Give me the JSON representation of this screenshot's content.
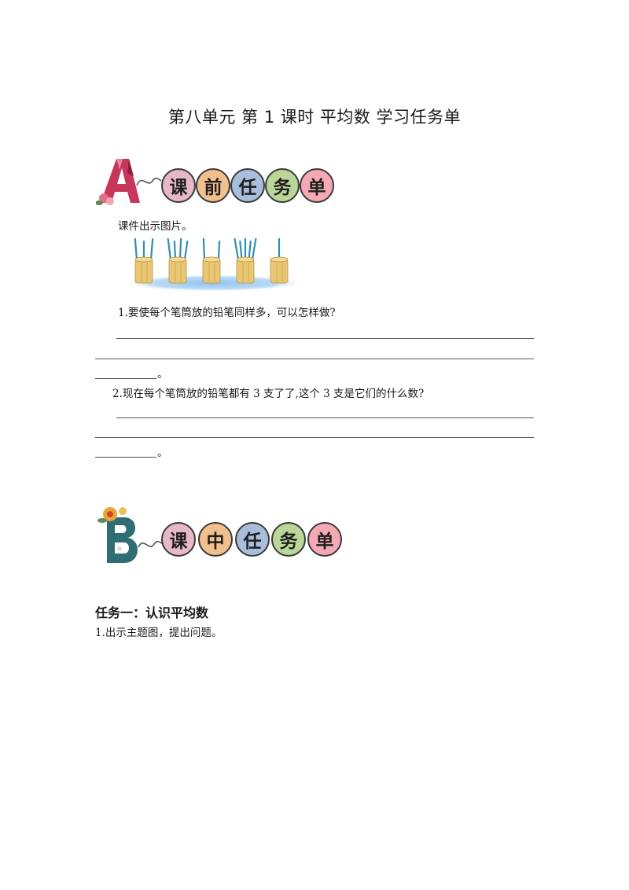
{
  "document": {
    "title": "第八单元  第 1 课时  平均数  学习任务单"
  },
  "section_a": {
    "letter": "A",
    "chars": [
      "课",
      "前",
      "任",
      "务",
      "单"
    ],
    "intro": "课件出示图片。",
    "q1": "1.要使每个笔筒放的铅笔同样多，可以怎样做?",
    "q1_end": "。",
    "q2": "2.现在每个笔筒放的铅笔都有 3 支了了,这个 3 支是它们的什么数?",
    "q2_end": "。",
    "cup_pencils": [
      3,
      4,
      2,
      5,
      1
    ]
  },
  "section_b": {
    "letter": "B",
    "chars": [
      "课",
      "中",
      "任",
      "务",
      "单"
    ],
    "task_title": "任务一：认识平均数",
    "item1": "1.出示主题图，提出问题。"
  },
  "colors": {
    "circle_fills": [
      "#e6b8c8",
      "#f2c08e",
      "#a9bedc",
      "#bcd69a",
      "#f4a9b4"
    ],
    "letter_a": "#c8365a",
    "letter_b": "#2d6d73",
    "pencil": "#2f8fb0",
    "cup": "#e9c673"
  }
}
